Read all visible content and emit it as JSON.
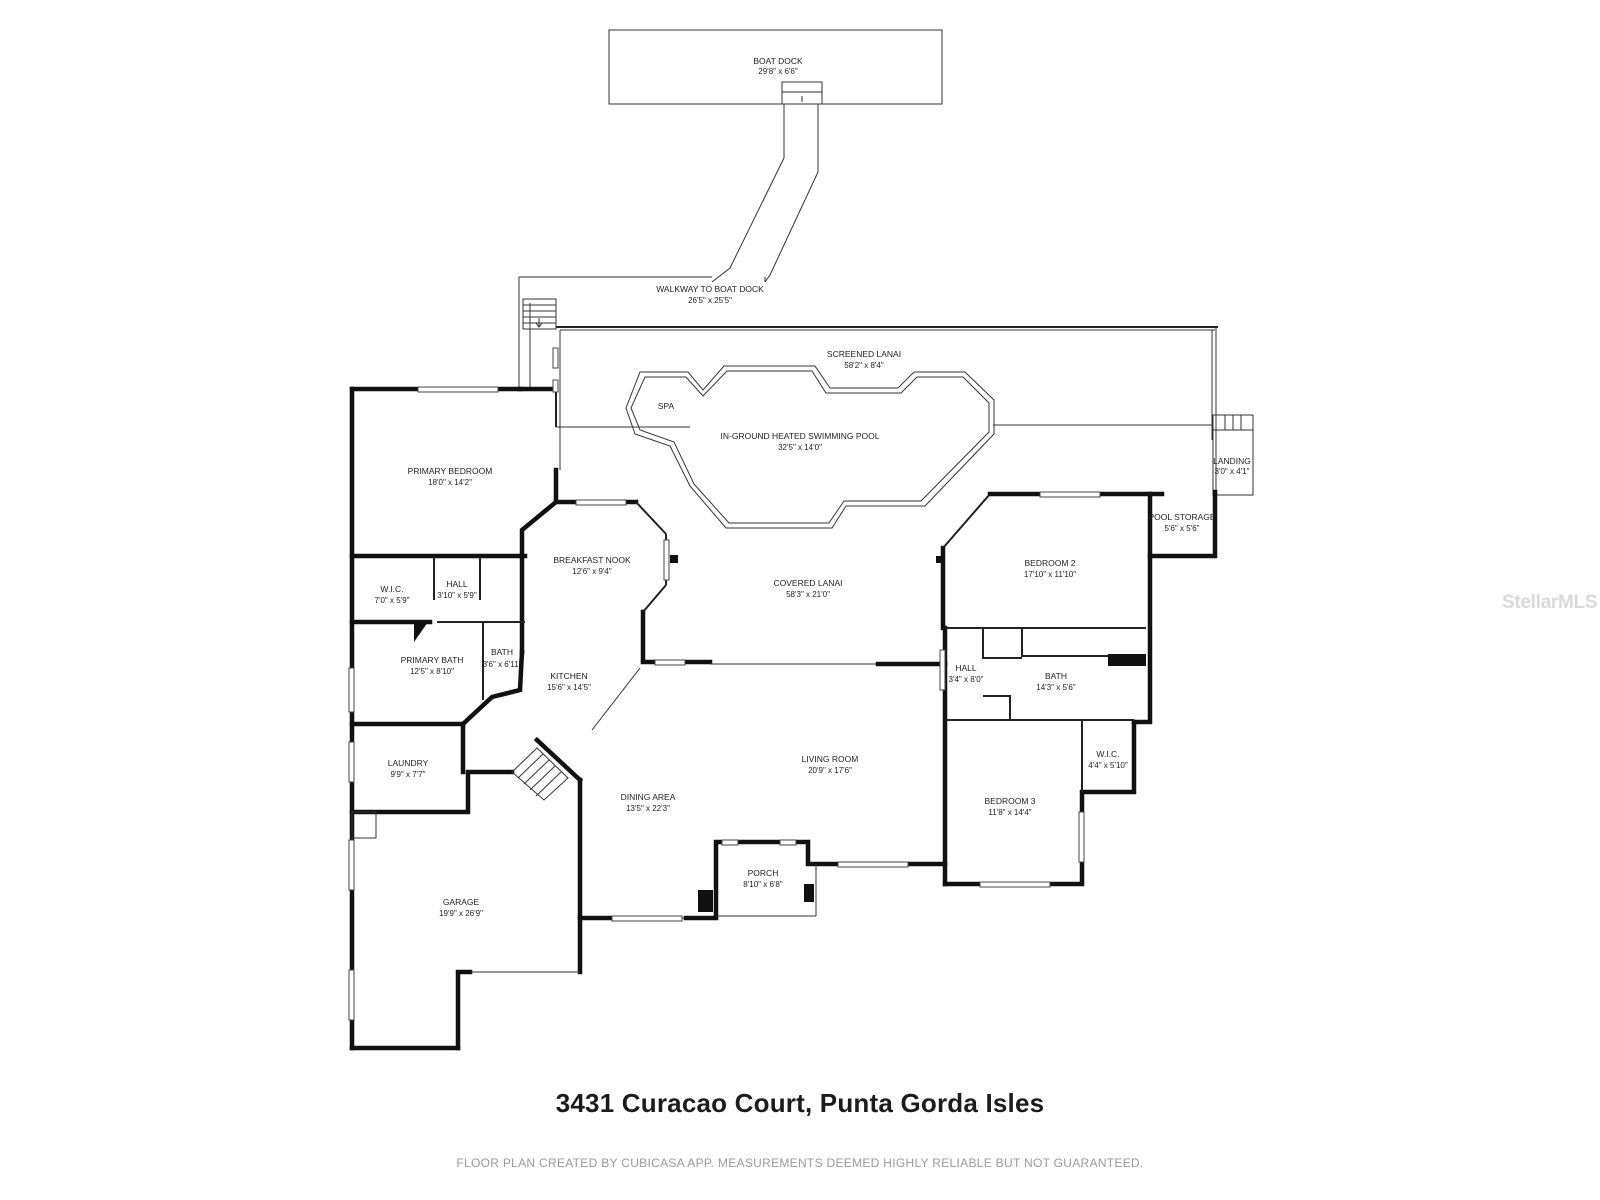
{
  "address": "3431 Curacao Court, Punta Gorda Isles",
  "disclaimer": "FLOOR PLAN CREATED BY CUBICASA APP. MEASUREMENTS DEEMED HIGHLY RELIABLE BUT NOT GUARANTEED.",
  "watermark": "StellarMLS",
  "rooms": {
    "boat_dock": {
      "name": "BOAT DOCK",
      "dims": "29'8\" x 6'6\""
    },
    "walkway": {
      "name": "WALKWAY TO BOAT DOCK",
      "dims": "26'5\" x 25'5\""
    },
    "screened_lanai": {
      "name": "SCREENED LANAI",
      "dims": "58'2\" x 8'4\""
    },
    "spa": {
      "name": "SPA"
    },
    "pool": {
      "name": "IN-GROUND HEATED SWIMMING POOL",
      "dims": "32'5\" x 14'0\""
    },
    "landing": {
      "name": "LANDING",
      "dims": "3'0\" x 4'1\""
    },
    "pool_storage": {
      "name": "POOL STORAGE",
      "dims": "5'6\" x 5'6\""
    },
    "primary_bedroom": {
      "name": "PRIMARY BEDROOM",
      "dims": "18'0\" x 14'2\""
    },
    "breakfast_nook": {
      "name": "BREAKFAST NOOK",
      "dims": "12'6\" x 9'4\""
    },
    "covered_lanai": {
      "name": "COVERED LANAI",
      "dims": "58'3\" x 21'0\""
    },
    "bedroom_2": {
      "name": "BEDROOM 2",
      "dims": "17'10\" x 11'10\""
    },
    "wic_primary": {
      "name": "W.I.C.",
      "dims": "7'0\" x 5'9\""
    },
    "hall_primary": {
      "name": "HALL",
      "dims": "3'10\" x 5'9\""
    },
    "primary_bath": {
      "name": "PRIMARY BATH",
      "dims": "12'5\" x 8'10\""
    },
    "bath_small": {
      "name": "BATH",
      "dims": "3'6\" x 6'11\""
    },
    "kitchen": {
      "name": "KITCHEN",
      "dims": "15'6\" x 14'5\""
    },
    "hall_right": {
      "name": "HALL",
      "dims": "3'4\" x 8'0\""
    },
    "bath_right": {
      "name": "BATH",
      "dims": "14'3\" x 5'6\""
    },
    "laundry": {
      "name": "LAUNDRY",
      "dims": "9'9\" x 7'7\""
    },
    "living_room": {
      "name": "LIVING ROOM",
      "dims": "20'9\" x 17'6\""
    },
    "wic_right": {
      "name": "W.I.C.",
      "dims": "4'4\" x 5'10\""
    },
    "dining_area": {
      "name": "DINING AREA",
      "dims": "13'5\" x 22'3\""
    },
    "bedroom_3": {
      "name": "BEDROOM 3",
      "dims": "11'8\" x 14'4\""
    },
    "porch": {
      "name": "PORCH",
      "dims": "8'10\" x 6'8\""
    },
    "garage": {
      "name": "GARAGE",
      "dims": "19'9\" x 26'9\""
    }
  }
}
